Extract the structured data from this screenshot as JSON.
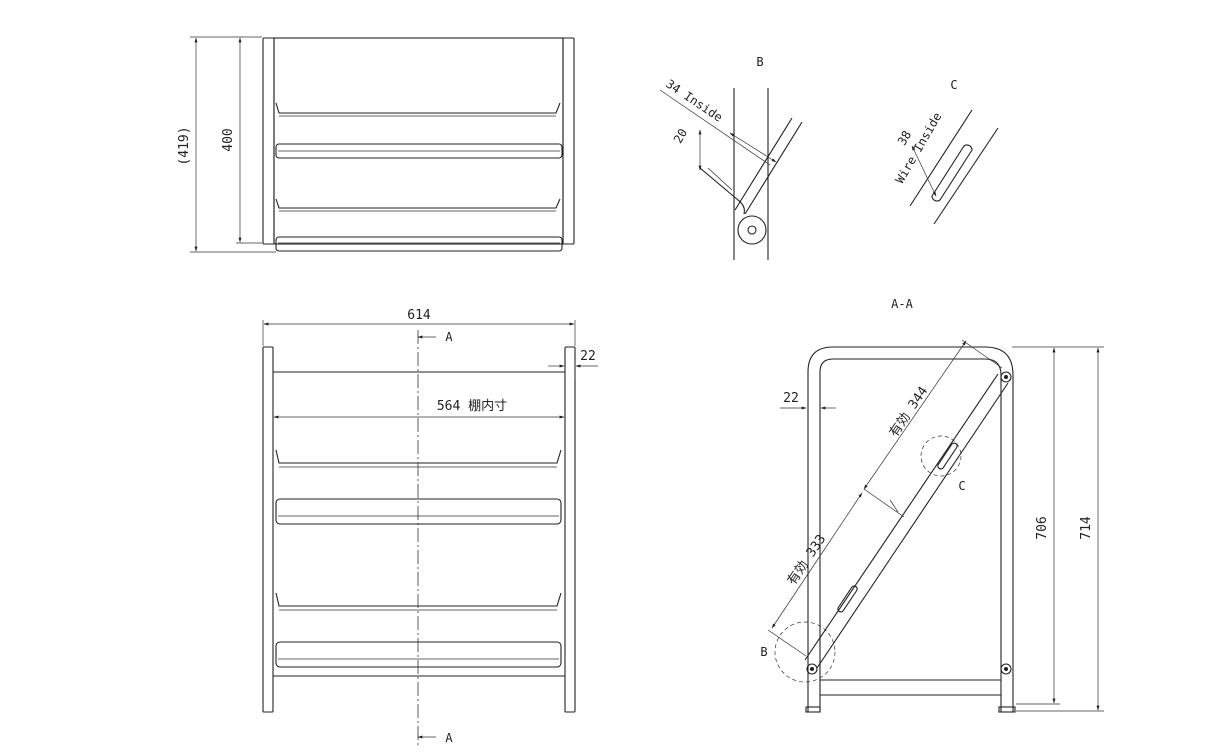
{
  "front_view": {
    "dim_overall_height": "(419)",
    "dim_height": "400"
  },
  "detail_b": {
    "title": "B",
    "dim_inside": "34 Inside",
    "dim_lip": "20"
  },
  "detail_c": {
    "title": "C",
    "dim_value": "38",
    "dim_label": "Wire Inside"
  },
  "top_view": {
    "dim_width": "614",
    "dim_offset": "22",
    "dim_inner": "564 棚内寸",
    "section_mark_top": "A",
    "section_mark_bottom": "A"
  },
  "section_view": {
    "title": "A-A",
    "dim_offset": "22",
    "dim_upper_effective": "有効 344",
    "dim_lower_effective": "有効 333",
    "dim_height_1": "706",
    "dim_height_2": "714",
    "label_b": "B",
    "label_c": "C"
  }
}
